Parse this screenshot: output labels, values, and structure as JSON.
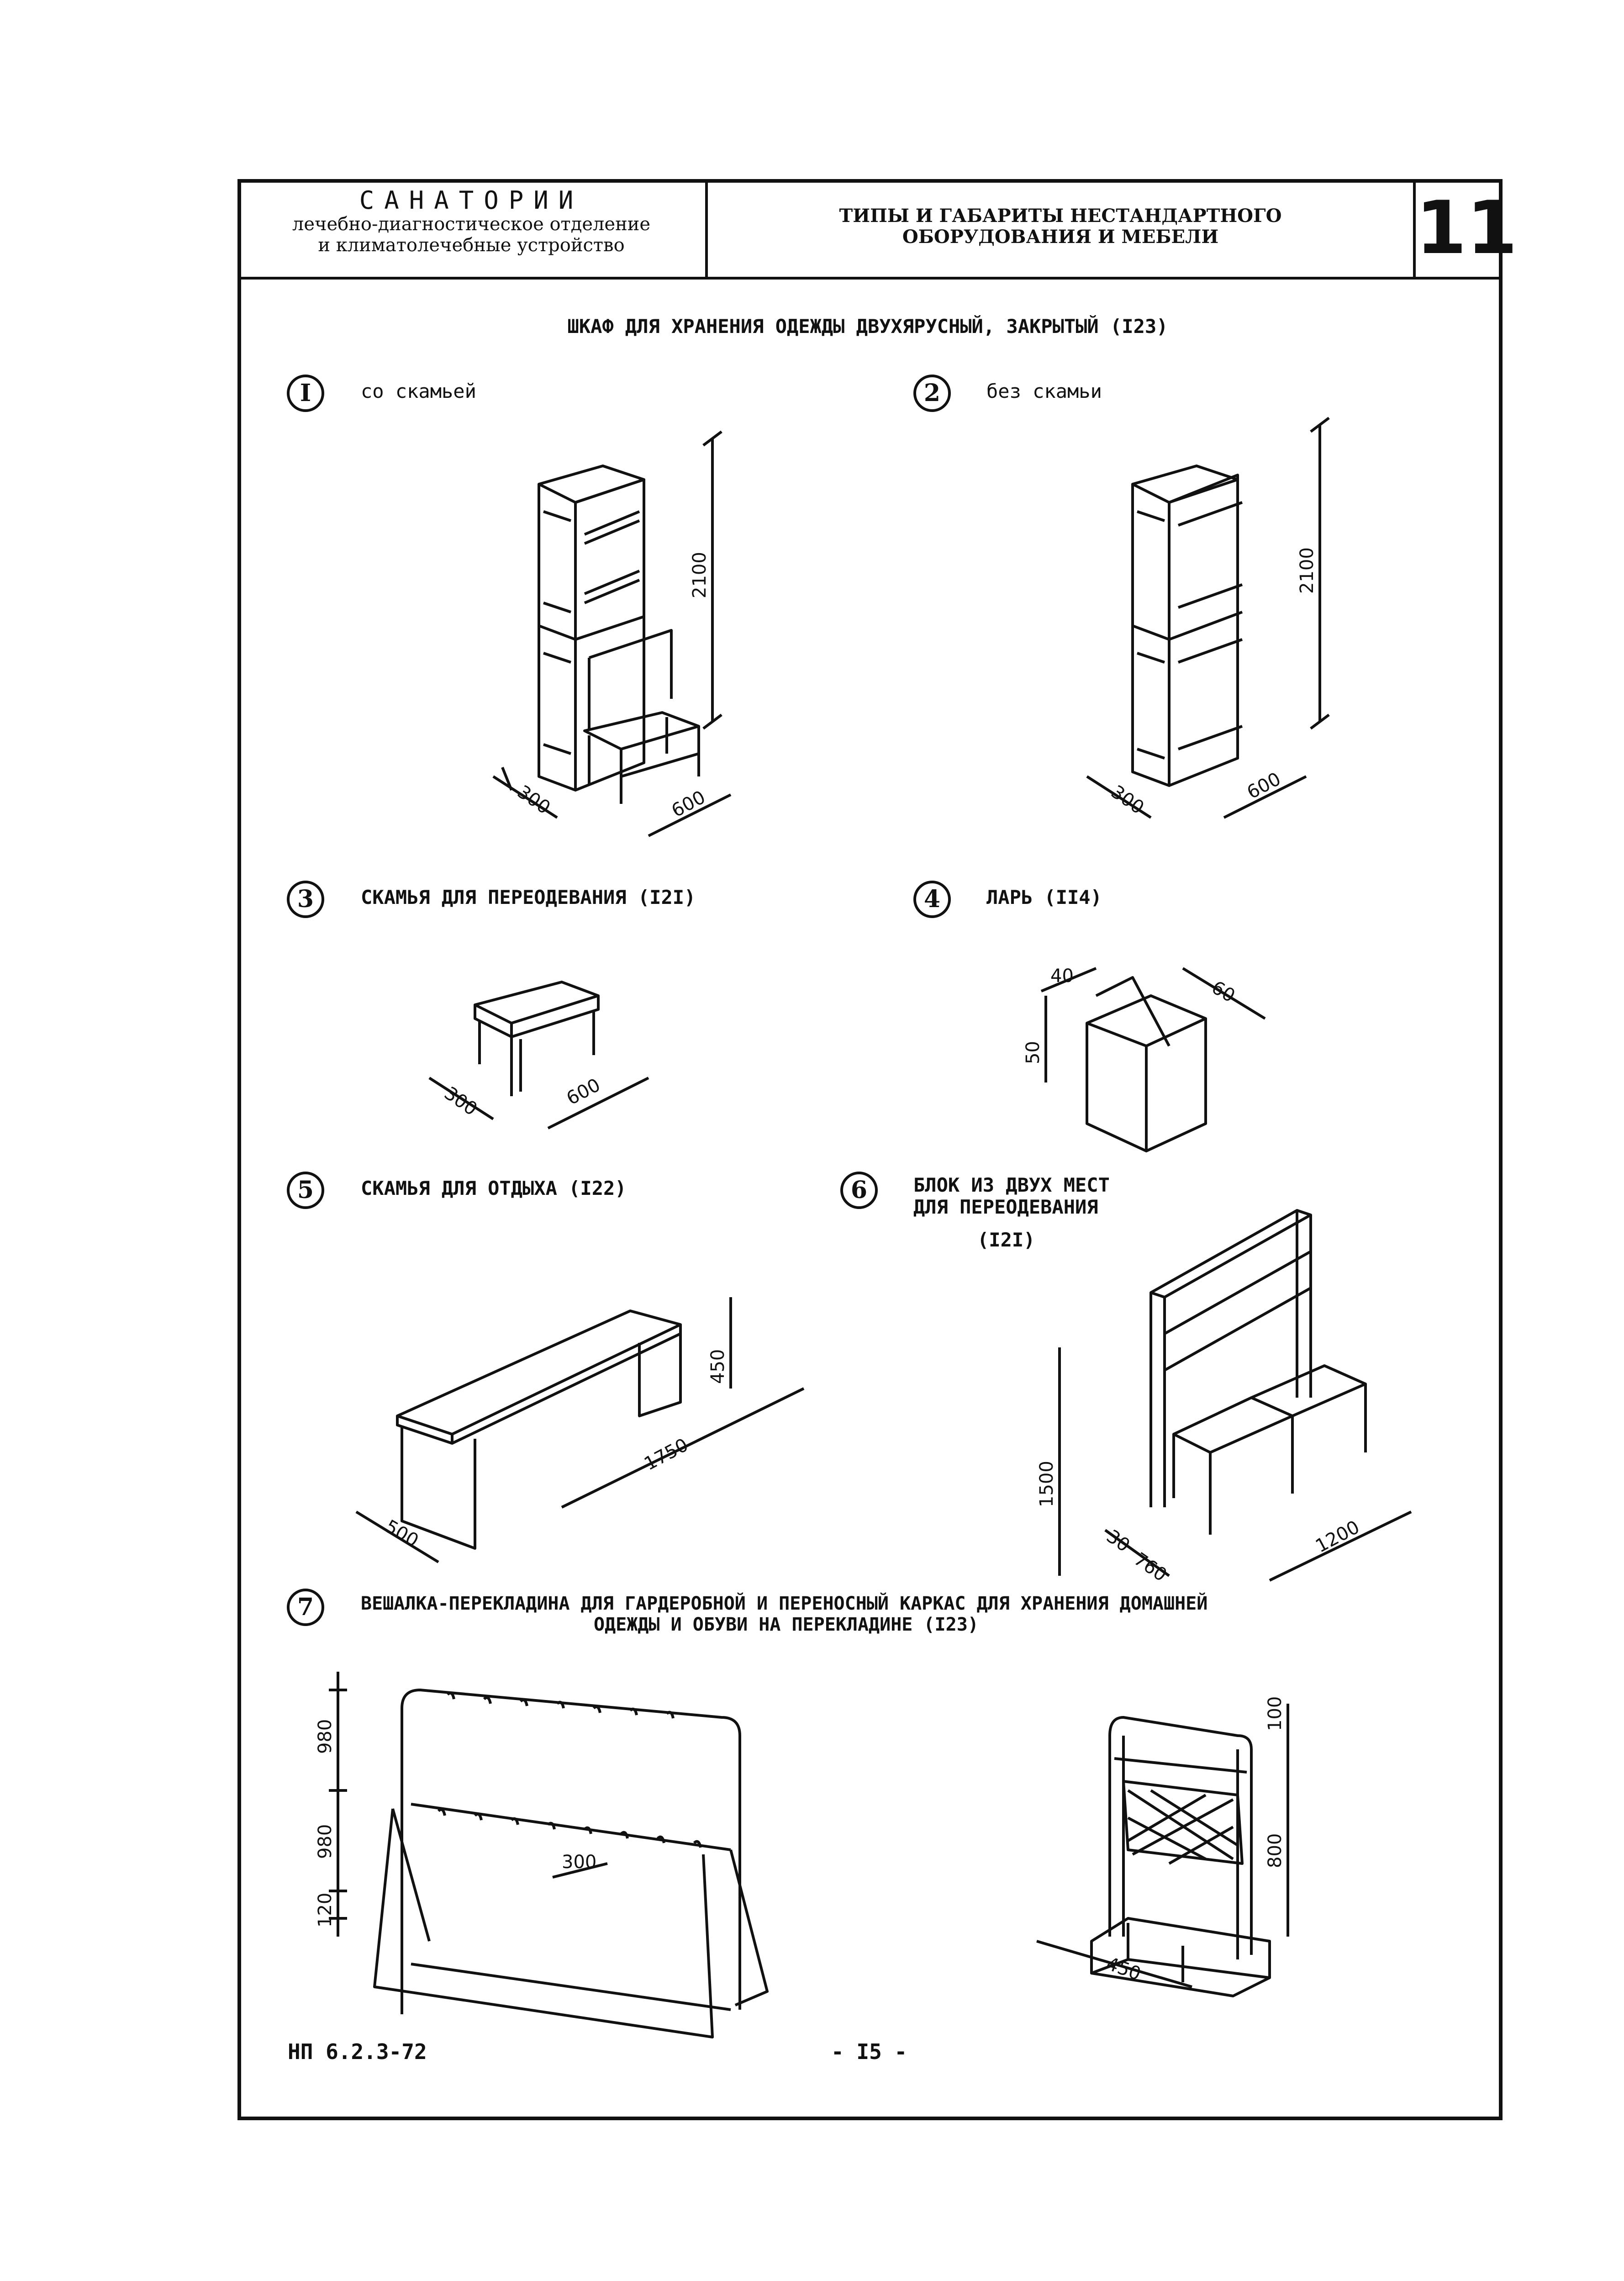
{
  "header": {
    "left_title": "САНАТОРИИ",
    "left_line1": "лечебно-диагностическое отделение",
    "left_line2": "и климатолечебные устройство",
    "mid_line1": "ТИПЫ И ГАБАРИТЫ НЕСТАНДАРТНОГО",
    "mid_line2": "ОБОРУДОВАНИЯ И МЕБЕЛИ",
    "sheet_number": "11"
  },
  "title": "ШКАФ ДЛЯ ХРАНЕНИЯ ОДЕЖДЫ ДВУХЯРУСНЫЙ, ЗАКРЫТЫЙ (I23)",
  "items": [
    {
      "num": "I",
      "label": "со скамьей",
      "dims": [
        "2100",
        "300",
        "600"
      ]
    },
    {
      "num": "2",
      "label": "без скамьи",
      "dims": [
        "2100",
        "300",
        "600"
      ]
    },
    {
      "num": "3",
      "label": "СКАМЬЯ ДЛЯ ПЕРЕОДЕВАНИЯ (I2I)",
      "dims": [
        "300",
        "600"
      ]
    },
    {
      "num": "4",
      "label": "ЛАРЬ (II4)",
      "dims": [
        "40",
        "60",
        "50"
      ]
    },
    {
      "num": "5",
      "label": "СКАМЬЯ ДЛЯ ОТДЫХА (I22)",
      "dims": [
        "450",
        "1750",
        "500"
      ]
    },
    {
      "num": "6",
      "label_line1": "БЛОК ИЗ ДВУХ МЕСТ",
      "label_line2": "ДЛЯ ПЕРЕОДЕВАНИЯ",
      "label_line3": "(I2I)",
      "dims": [
        "1500",
        "30",
        "760",
        "1200"
      ]
    },
    {
      "num": "7",
      "label_line1": "ВЕШАЛКА-ПЕРЕКЛАДИНА ДЛЯ ГАРДЕРОБНОЙ И ПЕРЕНОСНЫЙ КАРКАС ДЛЯ ХРАНЕНИЯ ДОМАШНЕЙ",
      "label_line2": "ОДЕЖДЫ И ОБУВИ НА ПЕРЕКЛАДИНЕ (I23)",
      "dims": [
        "980",
        "980",
        "120",
        "300",
        "100",
        "800",
        "450"
      ]
    }
  ],
  "footer": {
    "code": "НП 6.2.3-72",
    "page": "- I5 -"
  }
}
